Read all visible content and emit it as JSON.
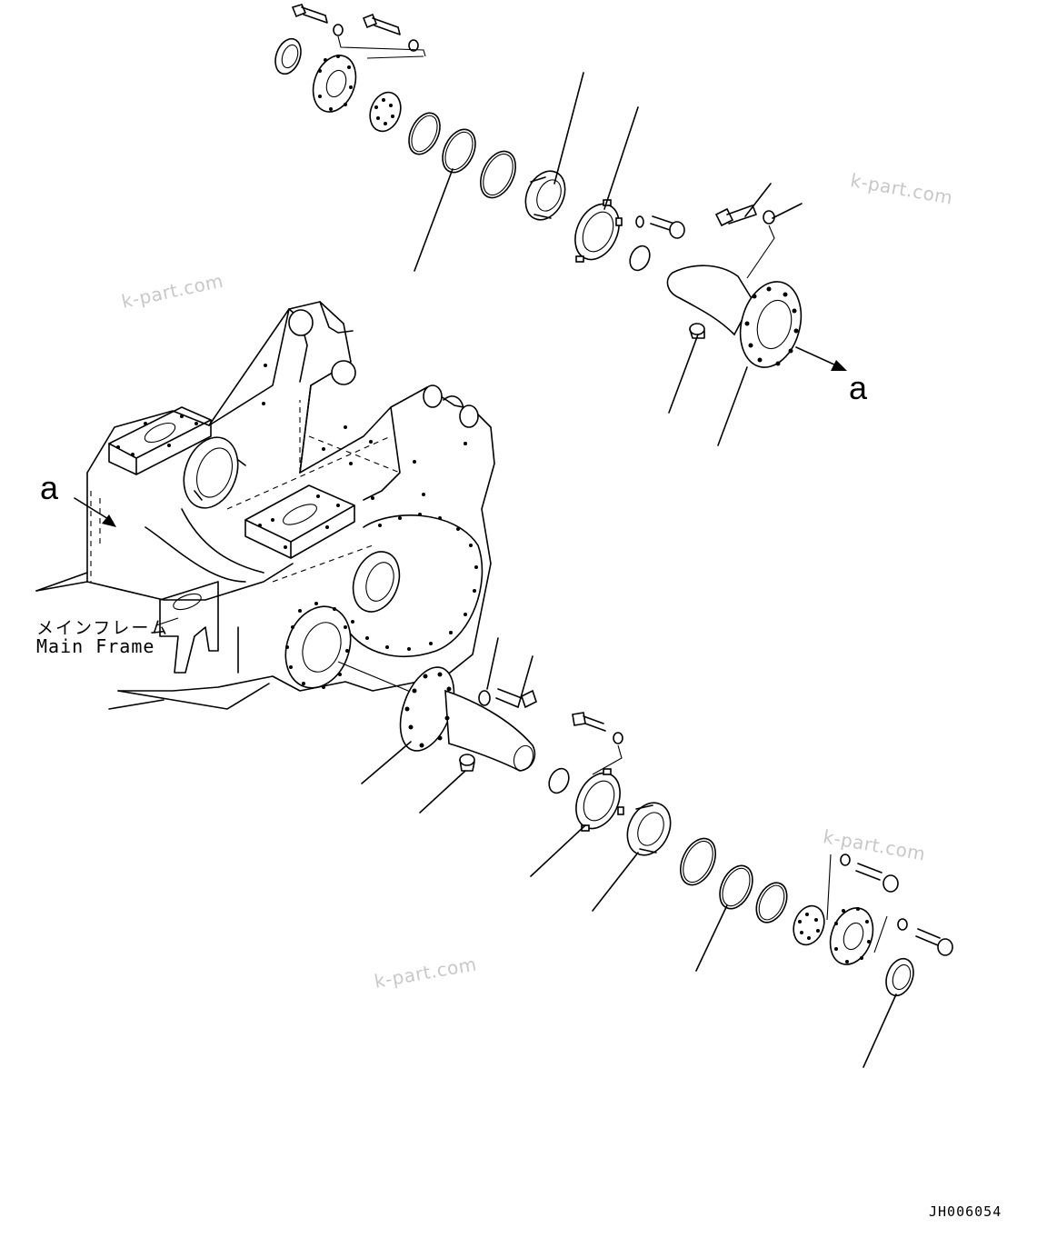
{
  "watermarks": [
    "k-part.com",
    "k-part.com",
    "k-part.com",
    "k-part.com"
  ],
  "view_arrow_labels": [
    "a",
    "a"
  ],
  "frame_label": {
    "japanese": "メインフレーム",
    "english": "Main Frame"
  },
  "drawing_code": "JH006054"
}
